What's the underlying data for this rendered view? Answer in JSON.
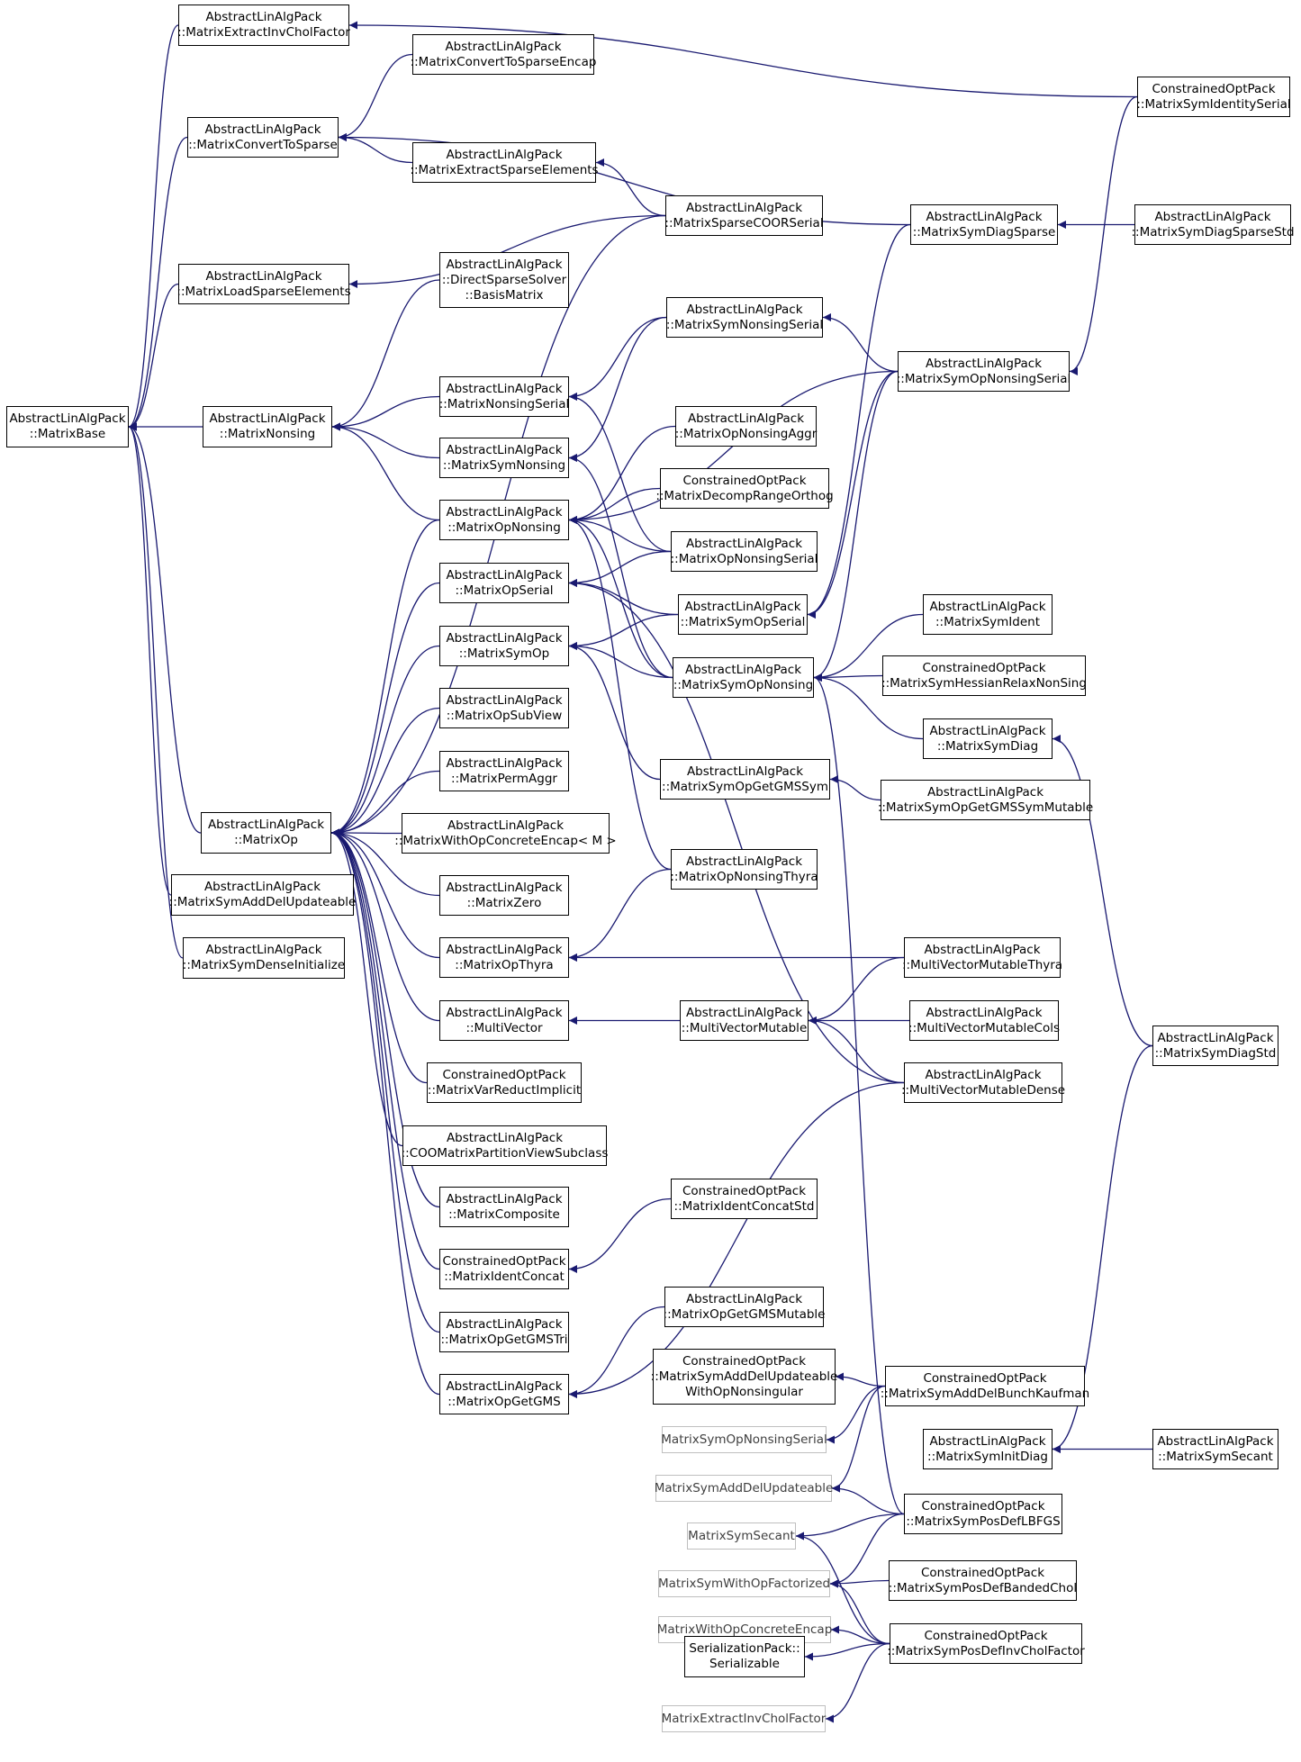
{
  "colors": {
    "edge": "#191970",
    "node_border": "#000000",
    "external_node_border": "#bfbfbf",
    "background": "#ffffff"
  },
  "nodes": [
    {
      "id": "MatrixExtractInvCholFactor",
      "lines": [
        "AbstractLinAlgPack",
        "::MatrixExtractInvCholFactor"
      ]
    },
    {
      "id": "MatrixConvertToSparseEncap",
      "lines": [
        "AbstractLinAlgPack",
        "::MatrixConvertToSparseEncap"
      ]
    },
    {
      "id": "MatrixConvertToSparse",
      "lines": [
        "AbstractLinAlgPack",
        "::MatrixConvertToSparse"
      ]
    },
    {
      "id": "MatrixExtractSparseElements",
      "lines": [
        "AbstractLinAlgPack",
        "::MatrixExtractSparseElements"
      ]
    },
    {
      "id": "MatrixSymIdentitySerial",
      "lines": [
        "ConstrainedOptPack",
        "::MatrixSymIdentitySerial"
      ]
    },
    {
      "id": "MatrixSparseCOORSerial",
      "lines": [
        "AbstractLinAlgPack",
        "::MatrixSparseCOORSerial"
      ]
    },
    {
      "id": "MatrixSymDiagSparse",
      "lines": [
        "AbstractLinAlgPack",
        "::MatrixSymDiagSparse"
      ]
    },
    {
      "id": "MatrixSymDiagSparseStd",
      "lines": [
        "AbstractLinAlgPack",
        "::MatrixSymDiagSparseStd"
      ]
    },
    {
      "id": "MatrixLoadSparseElements",
      "lines": [
        "AbstractLinAlgPack",
        "::MatrixLoadSparseElements"
      ]
    },
    {
      "id": "DirectSparseSolverBasisMatrix",
      "lines": [
        "AbstractLinAlgPack",
        "::DirectSparseSolver",
        "::BasisMatrix"
      ]
    },
    {
      "id": "MatrixSymNonsingSerial",
      "lines": [
        "AbstractLinAlgPack",
        "::MatrixSymNonsingSerial"
      ]
    },
    {
      "id": "MatrixSymOpNonsingSerial",
      "lines": [
        "AbstractLinAlgPack",
        "::MatrixSymOpNonsingSerial"
      ]
    },
    {
      "id": "MatrixBase",
      "lines": [
        "AbstractLinAlgPack",
        "::MatrixBase"
      ]
    },
    {
      "id": "MatrixNonsing",
      "lines": [
        "AbstractLinAlgPack",
        "::MatrixNonsing"
      ]
    },
    {
      "id": "MatrixNonsingSerial",
      "lines": [
        "AbstractLinAlgPack",
        "::MatrixNonsingSerial"
      ]
    },
    {
      "id": "MatrixOpNonsingAggr",
      "lines": [
        "AbstractLinAlgPack",
        "::MatrixOpNonsingAggr"
      ]
    },
    {
      "id": "MatrixSymNonsing",
      "lines": [
        "AbstractLinAlgPack",
        "::MatrixSymNonsing"
      ]
    },
    {
      "id": "MatrixDecompRangeOrthog",
      "lines": [
        "ConstrainedOptPack",
        "::MatrixDecompRangeOrthog"
      ]
    },
    {
      "id": "MatrixOpNonsing",
      "lines": [
        "AbstractLinAlgPack",
        "::MatrixOpNonsing"
      ]
    },
    {
      "id": "MatrixOpNonsingSerial",
      "lines": [
        "AbstractLinAlgPack",
        "::MatrixOpNonsingSerial"
      ]
    },
    {
      "id": "MatrixOpSerial",
      "lines": [
        "AbstractLinAlgPack",
        "::MatrixOpSerial"
      ]
    },
    {
      "id": "MatrixSymOpSerial",
      "lines": [
        "AbstractLinAlgPack",
        "::MatrixSymOpSerial"
      ]
    },
    {
      "id": "MatrixSymIdent",
      "lines": [
        "AbstractLinAlgPack",
        "::MatrixSymIdent"
      ]
    },
    {
      "id": "MatrixSymOp",
      "lines": [
        "AbstractLinAlgPack",
        "::MatrixSymOp"
      ]
    },
    {
      "id": "MatrixSymOpNonsing",
      "lines": [
        "AbstractLinAlgPack",
        "::MatrixSymOpNonsing"
      ]
    },
    {
      "id": "MatrixSymHessianRelaxNonSing",
      "lines": [
        "ConstrainedOptPack",
        "::MatrixSymHessianRelaxNonSing"
      ]
    },
    {
      "id": "MatrixOpSubView",
      "lines": [
        "AbstractLinAlgPack",
        "::MatrixOpSubView"
      ]
    },
    {
      "id": "MatrixSymDiag",
      "lines": [
        "AbstractLinAlgPack",
        "::MatrixSymDiag"
      ]
    },
    {
      "id": "MatrixPermAggr",
      "lines": [
        "AbstractLinAlgPack",
        "::MatrixPermAggr"
      ]
    },
    {
      "id": "MatrixSymOpGetGMSSym",
      "lines": [
        "AbstractLinAlgPack",
        "::MatrixSymOpGetGMSSym"
      ]
    },
    {
      "id": "MatrixSymOpGetGMSSymMutable",
      "lines": [
        "AbstractLinAlgPack",
        "::MatrixSymOpGetGMSSymMutable"
      ]
    },
    {
      "id": "MatrixOp",
      "lines": [
        "AbstractLinAlgPack",
        "::MatrixOp"
      ]
    },
    {
      "id": "MatrixWithOpConcreteEncap",
      "lines": [
        "AbstractLinAlgPack",
        "::MatrixWithOpConcreteEncap< M >"
      ]
    },
    {
      "id": "MatrixOpNonsingThyra",
      "lines": [
        "AbstractLinAlgPack",
        "::MatrixOpNonsingThyra"
      ]
    },
    {
      "id": "MatrixSymAddDelUpdateable",
      "lines": [
        "AbstractLinAlgPack",
        "::MatrixSymAddDelUpdateable"
      ]
    },
    {
      "id": "MatrixZero",
      "lines": [
        "AbstractLinAlgPack",
        "::MatrixZero"
      ]
    },
    {
      "id": "MatrixSymDenseInitialize",
      "lines": [
        "AbstractLinAlgPack",
        "::MatrixSymDenseInitialize"
      ]
    },
    {
      "id": "MatrixOpThyra",
      "lines": [
        "AbstractLinAlgPack",
        "::MatrixOpThyra"
      ]
    },
    {
      "id": "MultiVectorMutableThyra",
      "lines": [
        "AbstractLinAlgPack",
        "::MultiVectorMutableThyra"
      ]
    },
    {
      "id": "MultiVector",
      "lines": [
        "AbstractLinAlgPack",
        "::MultiVector"
      ]
    },
    {
      "id": "MultiVectorMutable",
      "lines": [
        "AbstractLinAlgPack",
        "::MultiVectorMutable"
      ]
    },
    {
      "id": "MultiVectorMutableCols",
      "lines": [
        "AbstractLinAlgPack",
        "::MultiVectorMutableCols"
      ]
    },
    {
      "id": "MatrixSymDiagStd",
      "lines": [
        "AbstractLinAlgPack",
        "::MatrixSymDiagStd"
      ]
    },
    {
      "id": "MatrixVarReductImplicit",
      "lines": [
        "ConstrainedOptPack",
        "::MatrixVarReductImplicit"
      ]
    },
    {
      "id": "MultiVectorMutableDense",
      "lines": [
        "AbstractLinAlgPack",
        "::MultiVectorMutableDense"
      ]
    },
    {
      "id": "COOMatrixPartitionViewSubclass",
      "lines": [
        "AbstractLinAlgPack",
        "::COOMatrixPartitionViewSubclass"
      ]
    },
    {
      "id": "MatrixComposite",
      "lines": [
        "AbstractLinAlgPack",
        "::MatrixComposite"
      ]
    },
    {
      "id": "MatrixIdentConcatStd",
      "lines": [
        "ConstrainedOptPack",
        "::MatrixIdentConcatStd"
      ]
    },
    {
      "id": "MatrixIdentConcat",
      "lines": [
        "ConstrainedOptPack",
        "::MatrixIdentConcat"
      ]
    },
    {
      "id": "MatrixOpGetGMSMutable",
      "lines": [
        "AbstractLinAlgPack",
        "::MatrixOpGetGMSMutable"
      ]
    },
    {
      "id": "MatrixOpGetGMSTri",
      "lines": [
        "AbstractLinAlgPack",
        "::MatrixOpGetGMSTri"
      ]
    },
    {
      "id": "MatrixSymAddDelUpdateableWithOpNonsingular",
      "lines": [
        "ConstrainedOptPack",
        "::MatrixSymAddDelUpdateable",
        "WithOpNonsingular"
      ]
    },
    {
      "id": "MatrixSymAddDelBunchKaufman",
      "lines": [
        "ConstrainedOptPack",
        "::MatrixSymAddDelBunchKaufman"
      ]
    },
    {
      "id": "MatrixOpGetGMS",
      "lines": [
        "AbstractLinAlgPack",
        "::MatrixOpGetGMS"
      ]
    },
    {
      "id": "ext_MatrixSymOpNonsingSerial",
      "lines": [
        "MatrixSymOpNonsingSerial"
      ]
    },
    {
      "id": "MatrixSymInitDiag",
      "lines": [
        "AbstractLinAlgPack",
        "::MatrixSymInitDiag"
      ]
    },
    {
      "id": "MatrixSymSecant",
      "lines": [
        "AbstractLinAlgPack",
        "::MatrixSymSecant"
      ]
    },
    {
      "id": "ext_MatrixSymAddDelUpdateable",
      "lines": [
        "MatrixSymAddDelUpdateable"
      ]
    },
    {
      "id": "MatrixSymPosDefLBFGS",
      "lines": [
        "ConstrainedOptPack",
        "::MatrixSymPosDefLBFGS"
      ]
    },
    {
      "id": "ext_MatrixSymSecant",
      "lines": [
        "MatrixSymSecant"
      ]
    },
    {
      "id": "MatrixSymPosDefBandedChol",
      "lines": [
        "ConstrainedOptPack",
        "::MatrixSymPosDefBandedChol"
      ]
    },
    {
      "id": "ext_MatrixSymWithOpFactorized",
      "lines": [
        "MatrixSymWithOpFactorized"
      ]
    },
    {
      "id": "ext_MatrixWithOpConcreteEncap",
      "lines": [
        "MatrixWithOpConcreteEncap"
      ]
    },
    {
      "id": "MatrixSymPosDefInvCholFactor",
      "lines": [
        "ConstrainedOptPack",
        "::MatrixSymPosDefInvCholFactor"
      ]
    },
    {
      "id": "SerializationPackSerializable",
      "lines": [
        "SerializationPack::",
        "Serializable"
      ]
    },
    {
      "id": "ext_MatrixExtractInvCholFactor",
      "lines": [
        "MatrixExtractInvCholFactor"
      ]
    }
  ]
}
